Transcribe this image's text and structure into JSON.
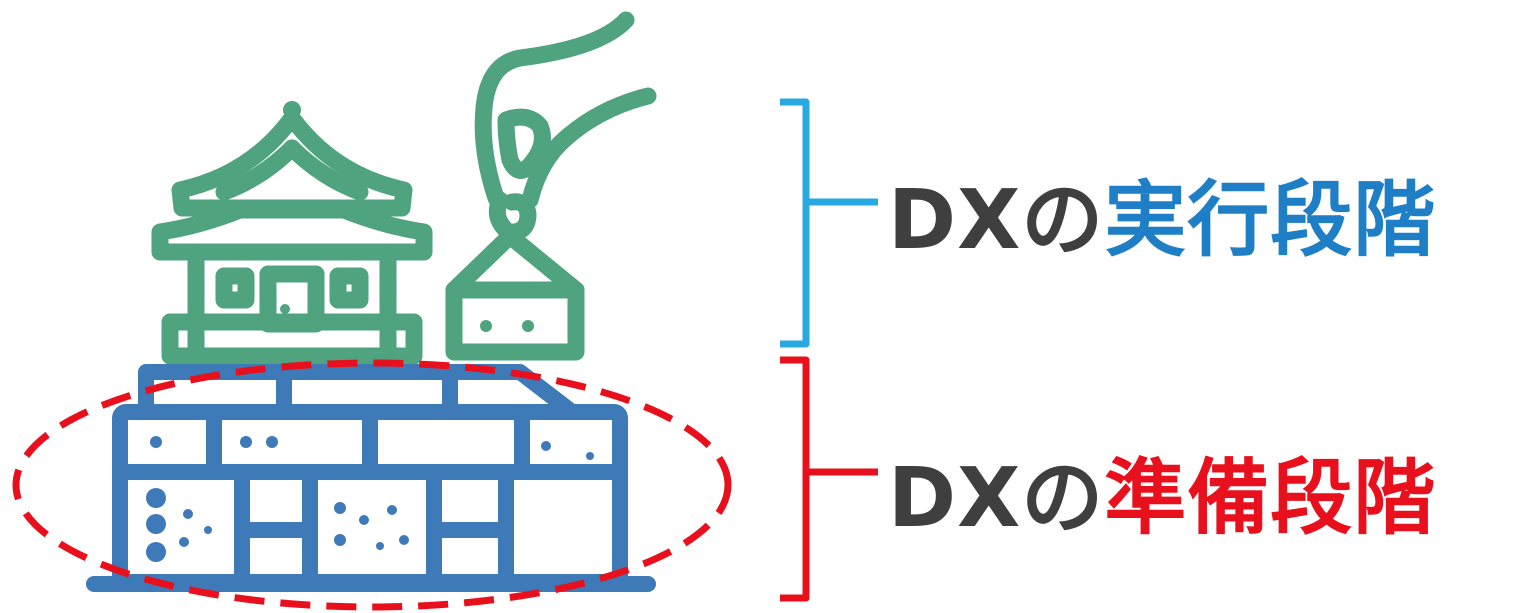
{
  "stages": {
    "execution": {
      "prefix": "DXの",
      "highlight": "実行段階",
      "highlight_color": "#1e7fc7",
      "bracket_color": "#29a9e1"
    },
    "preparation": {
      "prefix": "DXの",
      "highlight": "準備段階",
      "highlight_color": "#e8101c",
      "bracket_color": "#e8101c"
    }
  },
  "colors": {
    "building": "#4fa37f",
    "foundation": "#3f7ab8",
    "dashed_ellipse": "#e8101c"
  },
  "icons": [
    "japanese-temple-icon",
    "hand-placing-block-icon",
    "stone-foundation-wall-icon"
  ]
}
